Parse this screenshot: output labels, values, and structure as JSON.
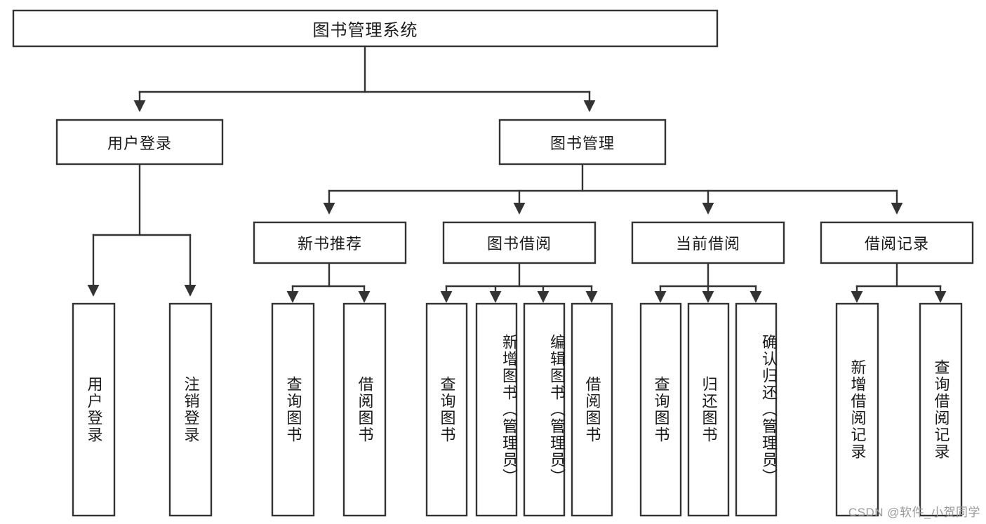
{
  "diagram": {
    "type": "hierarchy-tree",
    "title": "图书管理系统",
    "accent_color": "#333333",
    "background_color": "#ffffff",
    "text_color": "#1a1a1a",
    "levels": 4,
    "nodes": {
      "root": {
        "label": "图书管理系统"
      },
      "level2": [
        {
          "label": "用户登录"
        },
        {
          "label": "图书管理"
        }
      ],
      "level3": [
        {
          "label": "新书推荐"
        },
        {
          "label": "图书借阅"
        },
        {
          "label": "当前借阅"
        },
        {
          "label": "借阅记录"
        }
      ],
      "leaves_user_login": [
        {
          "label": "用户登录"
        },
        {
          "label": "注销登录"
        }
      ],
      "leaves_new_book": [
        {
          "label": "查询图书"
        },
        {
          "label": "借阅图书"
        }
      ],
      "leaves_borrow": [
        {
          "label": "查询图书"
        },
        {
          "label": "新增图书（管理员）"
        },
        {
          "label": "编辑图书（管理员）"
        },
        {
          "label": "借阅图书"
        }
      ],
      "leaves_current": [
        {
          "label": "查询图书"
        },
        {
          "label": "归还图书"
        },
        {
          "label": "确认归还（管理员）"
        }
      ],
      "leaves_records": [
        {
          "label": "新增借阅记录"
        },
        {
          "label": "查询借阅记录"
        }
      ]
    },
    "watermark": "CSDN @软件_小贺同学"
  }
}
